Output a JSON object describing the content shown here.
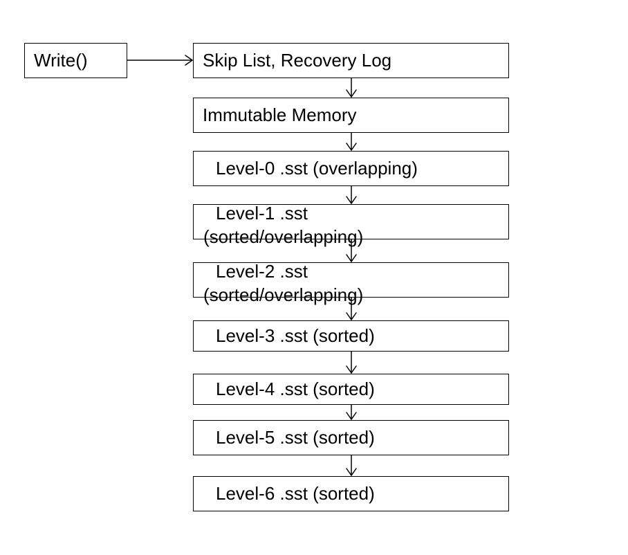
{
  "diagram": {
    "write": {
      "label": "Write()"
    },
    "stages": [
      {
        "label": "Skip List, Recovery Log"
      },
      {
        "label": "Immutable Memory"
      },
      {
        "label": "Level-0 .sst (overlapping)"
      },
      {
        "label_line1": "Level-1 .sst",
        "label_line2": "(sorted/overlapping)"
      },
      {
        "label_line1": "Level-2 .sst",
        "label_line2": "(sorted/overlapping)"
      },
      {
        "label": "Level-3 .sst (sorted)"
      },
      {
        "label": "Level-4 .sst (sorted)"
      },
      {
        "label": "Level-5 .sst (sorted)"
      },
      {
        "label": "Level-6 .sst (sorted)"
      }
    ]
  }
}
